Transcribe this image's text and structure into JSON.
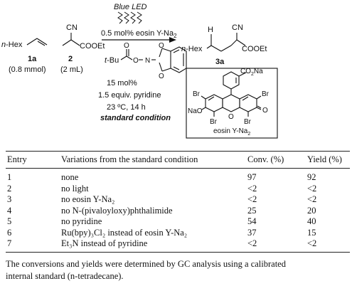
{
  "scheme": {
    "light_label": "Blue LED",
    "reagent_catalyst": "0.5 mol% eosin Y-Na",
    "reagent_catalyst_sub": "2",
    "substrate_1_group": "n-Hex",
    "substrate_1_label": "1a",
    "substrate_1_amount": "(0.8 mmol)",
    "substrate_2_cn": "CN",
    "substrate_2_ester": "COOEt",
    "substrate_2_label": "2",
    "substrate_2_amount": "(2 mL)",
    "additive_tbu": "t-Bu",
    "additive_loading": "15 mol%",
    "base": "1.5 equiv. pyridine",
    "temperature_time": "23 ºC, 14 h",
    "condition_label": "standard condition",
    "product_h": "H",
    "product_cn": "CN",
    "product_group": "n-Hex",
    "product_ester": "COOEt",
    "product_label": "3a",
    "eosin_co2na": "CO2Na",
    "eosin_br_left": "Br",
    "eosin_br_right": "Br",
    "eosin_br_bottom_left": "Br",
    "eosin_br_bottom_right": "Br",
    "eosin_nao": "NaO",
    "eosin_o": "O",
    "eosin_name": "eosin Y-Na",
    "eosin_name_sub": "2"
  },
  "table": {
    "headers": [
      "Entry",
      "Variations from the standard condition",
      "Conv. (%)",
      "Yield (%)"
    ],
    "rows": [
      {
        "entry": "1",
        "variation": "none",
        "conv": "97",
        "yield": "92"
      },
      {
        "entry": "2",
        "variation": "no light",
        "conv": "<2",
        "yield": "<2"
      },
      {
        "entry": "3",
        "variation": "no eosin Y-Na₂",
        "conv": "<2",
        "yield": "<2"
      },
      {
        "entry": "4",
        "variation": "no N-(pivaloyloxy)phthalimide",
        "conv": "25",
        "yield": "20"
      },
      {
        "entry": "5",
        "variation": "no pyridine",
        "conv": "54",
        "yield": "40"
      },
      {
        "entry": "6",
        "variation": "Ru(bpy)₃Cl₂ instead of eosin Y-Na₂",
        "conv": "37",
        "yield": "15"
      },
      {
        "entry": "7",
        "variation": "Et₃N instead of pyridine",
        "conv": "<2",
        "yield": "<2"
      }
    ]
  },
  "footnote": {
    "line1": "The conversions and yields were determined by GC analysis using a calibrated",
    "line2": "internal standard (n-tetradecane)."
  }
}
